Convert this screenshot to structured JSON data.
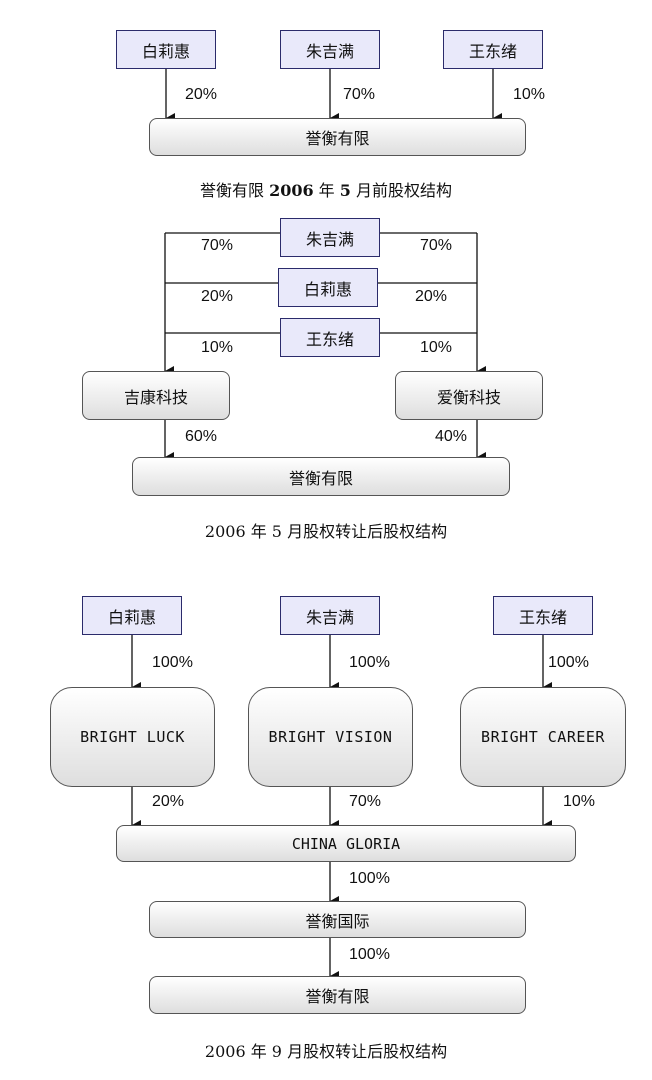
{
  "names": {
    "bai": "白莉惠",
    "zhu": "朱吉满",
    "wang": "王东绪"
  },
  "companies": {
    "yuheng_youxian": "誉衡有限",
    "jikang": "吉康科技",
    "aiheng": "爱衡科技",
    "bright_luck": "BRIGHT LUCK",
    "bright_vision": "BRIGHT VISION",
    "bright_career": "BRIGHT CAREER",
    "china_gloria": "CHINA GLORIA",
    "yuheng_guoji": "誉衡国际"
  },
  "section1": {
    "pct_bai": "20%",
    "pct_zhu": "70%",
    "pct_wang": "10%",
    "caption_a": "誉衡有限 ",
    "caption_b": "2006",
    "caption_c": " 年 ",
    "caption_d": "5",
    "caption_e": " 月前股权结构"
  },
  "section2": {
    "pct_zhu_left": "70%",
    "pct_zhu_right": "70%",
    "pct_bai_left": "20%",
    "pct_bai_right": "20%",
    "pct_wang_left": "10%",
    "pct_wang_right": "10%",
    "pct_jikang": "60%",
    "pct_aiheng": "40%",
    "caption": "2006 年 5 月股权转让后股权结构"
  },
  "section3": {
    "pct_bai_luck": "100%",
    "pct_zhu_vision": "100%",
    "pct_wang_career": "100%",
    "pct_luck_gloria": "20%",
    "pct_vision_gloria": "70%",
    "pct_career_gloria": "10%",
    "pct_gloria_guoji": "100%",
    "pct_guoji_youxian": "100%",
    "caption": "2006 年 9 月股权转让后股权结构"
  },
  "colors": {
    "person_fill": "#e9e9fa",
    "person_border": "#2b2b6b",
    "company_fill_top": "#ffffff",
    "company_fill_bottom": "#dedede",
    "line": "#111111"
  }
}
